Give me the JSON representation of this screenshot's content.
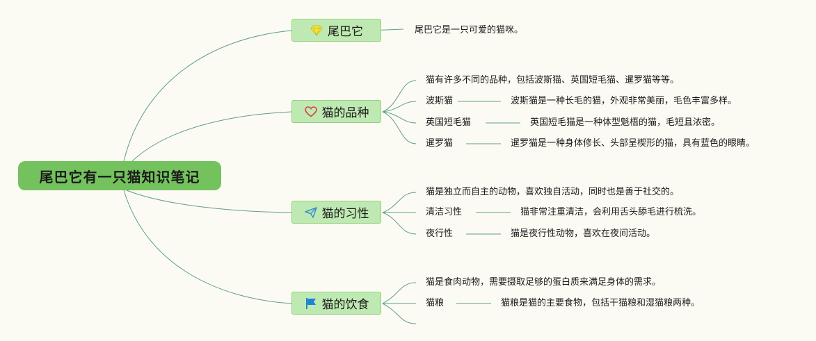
{
  "root": {
    "label": "尾巴它有一只猫知识笔记"
  },
  "branches": [
    {
      "label": "尾巴它",
      "icon": "diamond-icon",
      "note": "尾巴它是一只可爱的猫咪。"
    },
    {
      "label": "猫的品种",
      "icon": "heart-icon",
      "intro": "猫有许多不同的品种，包括波斯猫、英国短毛猫、暹罗猫等等。",
      "items": [
        {
          "key": "波斯猫",
          "detail": "波斯猫是一种长毛的猫，外观非常美丽，毛色丰富多样。"
        },
        {
          "key": "英国短毛猫",
          "detail": "英国短毛猫是一种体型魁梧的猫，毛短且浓密。"
        },
        {
          "key": "暹罗猫",
          "detail": "暹罗猫是一种身体修长、头部呈楔形的猫，具有蓝色的眼睛。"
        }
      ]
    },
    {
      "label": "猫的习性",
      "icon": "paper-plane-icon",
      "intro": "猫是独立而自主的动物，喜欢独自活动，同时也是善于社交的。",
      "items": [
        {
          "key": "清洁习性",
          "detail": "猫非常注重清洁，会利用舌头舔毛进行梳洗。"
        },
        {
          "key": "夜行性",
          "detail": "猫是夜行性动物，喜欢在夜间活动。"
        }
      ]
    },
    {
      "label": "猫的饮食",
      "icon": "flag-icon",
      "intro": "猫是食肉动物，需要摄取足够的蛋白质来满足身体的需求。",
      "items": [
        {
          "key": "猫粮",
          "detail": "猫粮是猫的主要食物，包括干猫粮和湿猫粮两种。"
        }
      ]
    }
  ],
  "colors": {
    "background": "#fcfbf3",
    "root_fill": "#74c25d",
    "branch_fill": "#bfe9b2",
    "branch_border": "#93cf80",
    "connector": "#5e9e86",
    "diamond": "#f2e33a",
    "heart": "#d9453b",
    "paper_plane": "#3a8fc8",
    "flag": "#1e82d6"
  }
}
